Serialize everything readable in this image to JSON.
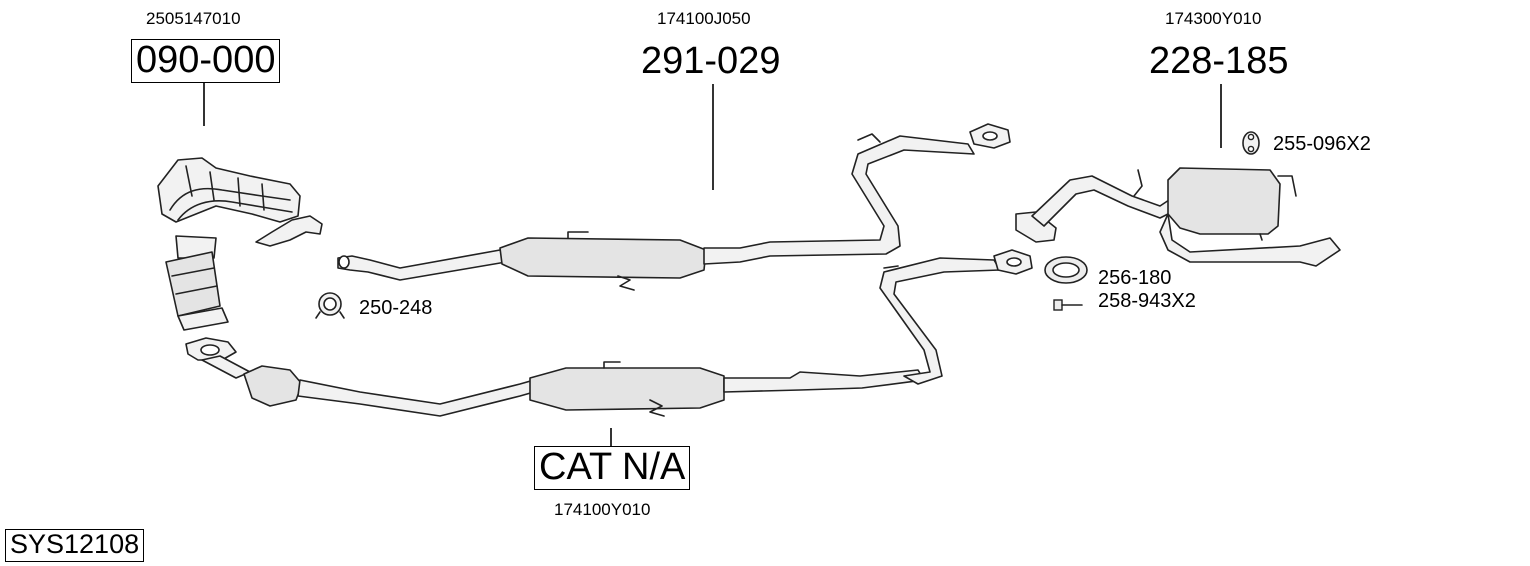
{
  "diagram": {
    "system_code": "SYS12108",
    "parts": [
      {
        "id": "manifold",
        "oem": "2505147010",
        "part_no": "090-000",
        "boxed": true
      },
      {
        "id": "front-pipe",
        "oem": "174100Y010",
        "part_no": "CAT N/A",
        "boxed": true
      },
      {
        "id": "middle-silencer",
        "oem": "174100J050",
        "part_no": "291-029",
        "boxed": false
      },
      {
        "id": "rear-silencer",
        "oem": "174300Y010",
        "part_no": "228-185",
        "boxed": false
      }
    ],
    "accessories": [
      {
        "id": "clamp",
        "part_no": "250-248",
        "icon": "clamp-icon"
      },
      {
        "id": "rubber-mount",
        "part_no": "255-096X2",
        "icon": "rubber-mount-icon"
      },
      {
        "id": "gasket",
        "part_no": "256-180",
        "icon": "gasket-ring-icon"
      },
      {
        "id": "bolt",
        "part_no": "258-943X2",
        "icon": "bolt-icon"
      }
    ]
  }
}
